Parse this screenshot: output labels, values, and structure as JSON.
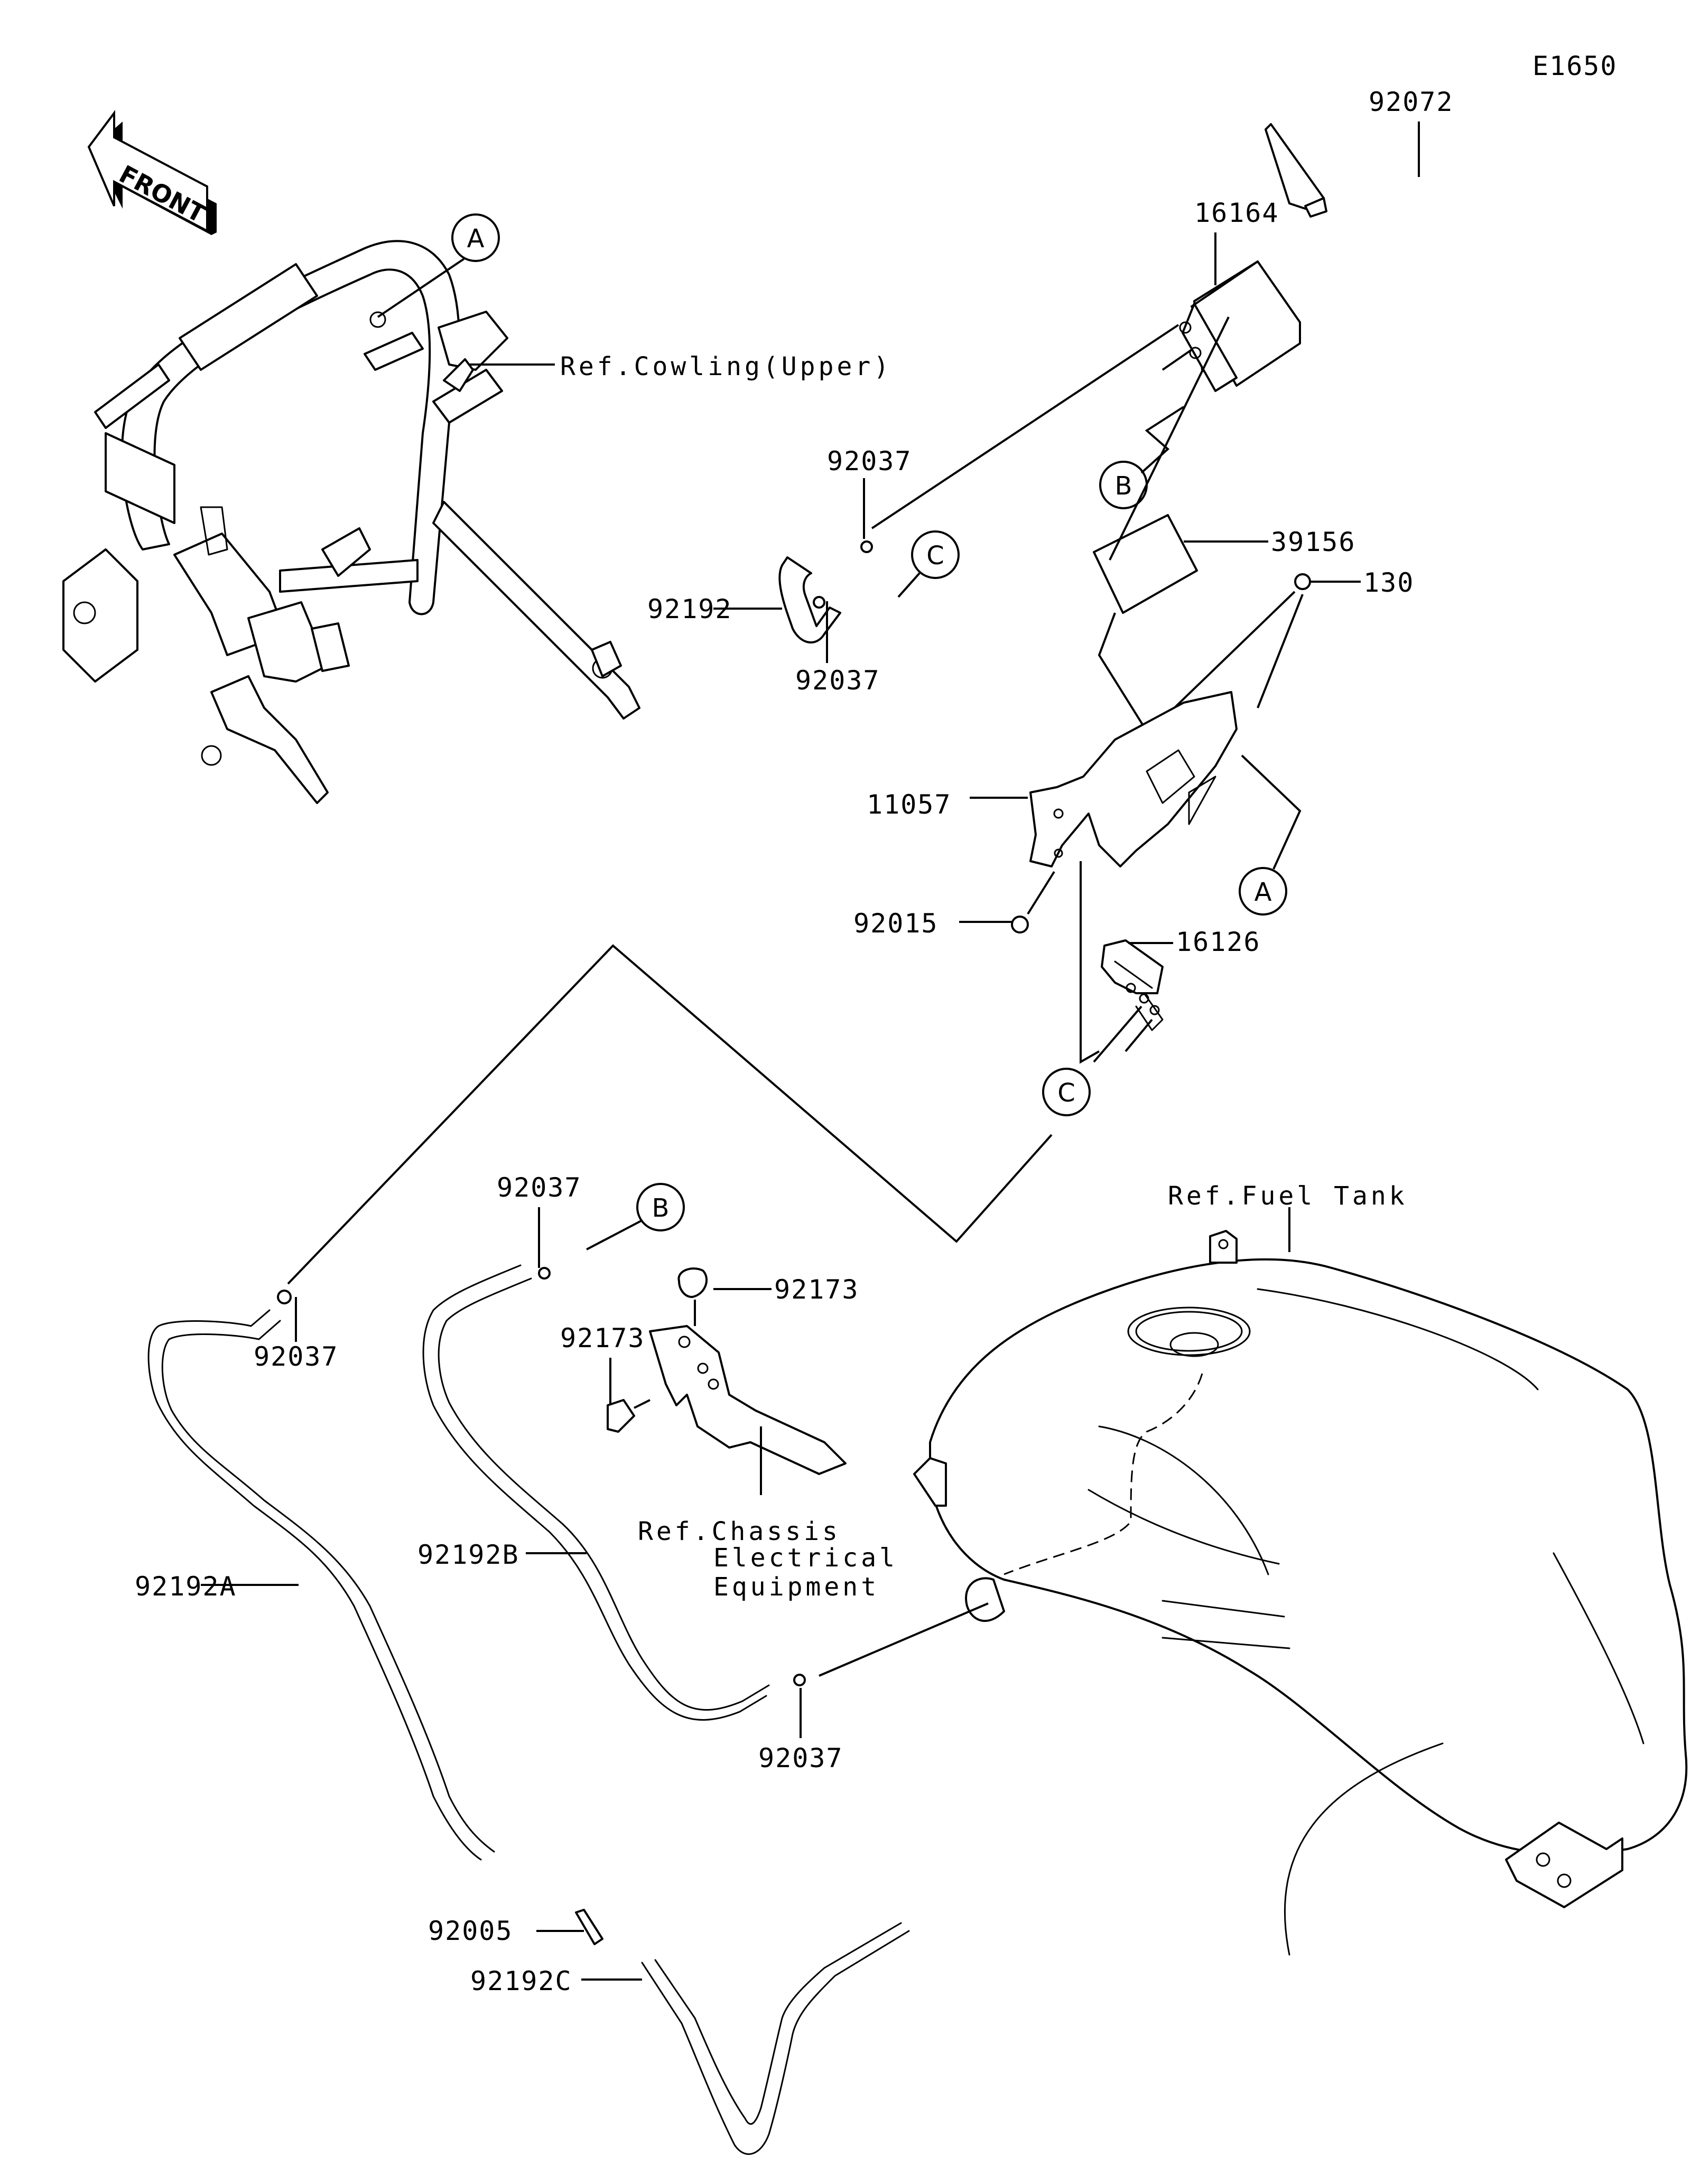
{
  "diagram_code": "E1650",
  "front_indicator": "FRONT",
  "callouts": {
    "p92072": "92072",
    "p16164": "16164",
    "p39156": "39156",
    "p130": "130",
    "p92037_top": "92037",
    "p92192": "92192",
    "p92037_mid": "92037",
    "p11057": "11057",
    "p92015": "92015",
    "p16126": "16126",
    "p92037_b": "92037",
    "p92173_right": "92173",
    "p92173_left": "92173",
    "p92037_a": "92037",
    "p92192A": "92192A",
    "p92192B": "92192B",
    "p92037_bottom": "92037",
    "p92005": "92005",
    "p92192C": "92192C"
  },
  "references": {
    "cowling": "Ref.Cowling(Upper)",
    "fuel_tank": "Ref.Fuel Tank",
    "chassis_line1": "Ref.Chassis",
    "chassis_line2": "Electrical",
    "chassis_line3": "Equipment"
  },
  "connection_markers": {
    "A": "A",
    "B": "B",
    "C": "C"
  }
}
